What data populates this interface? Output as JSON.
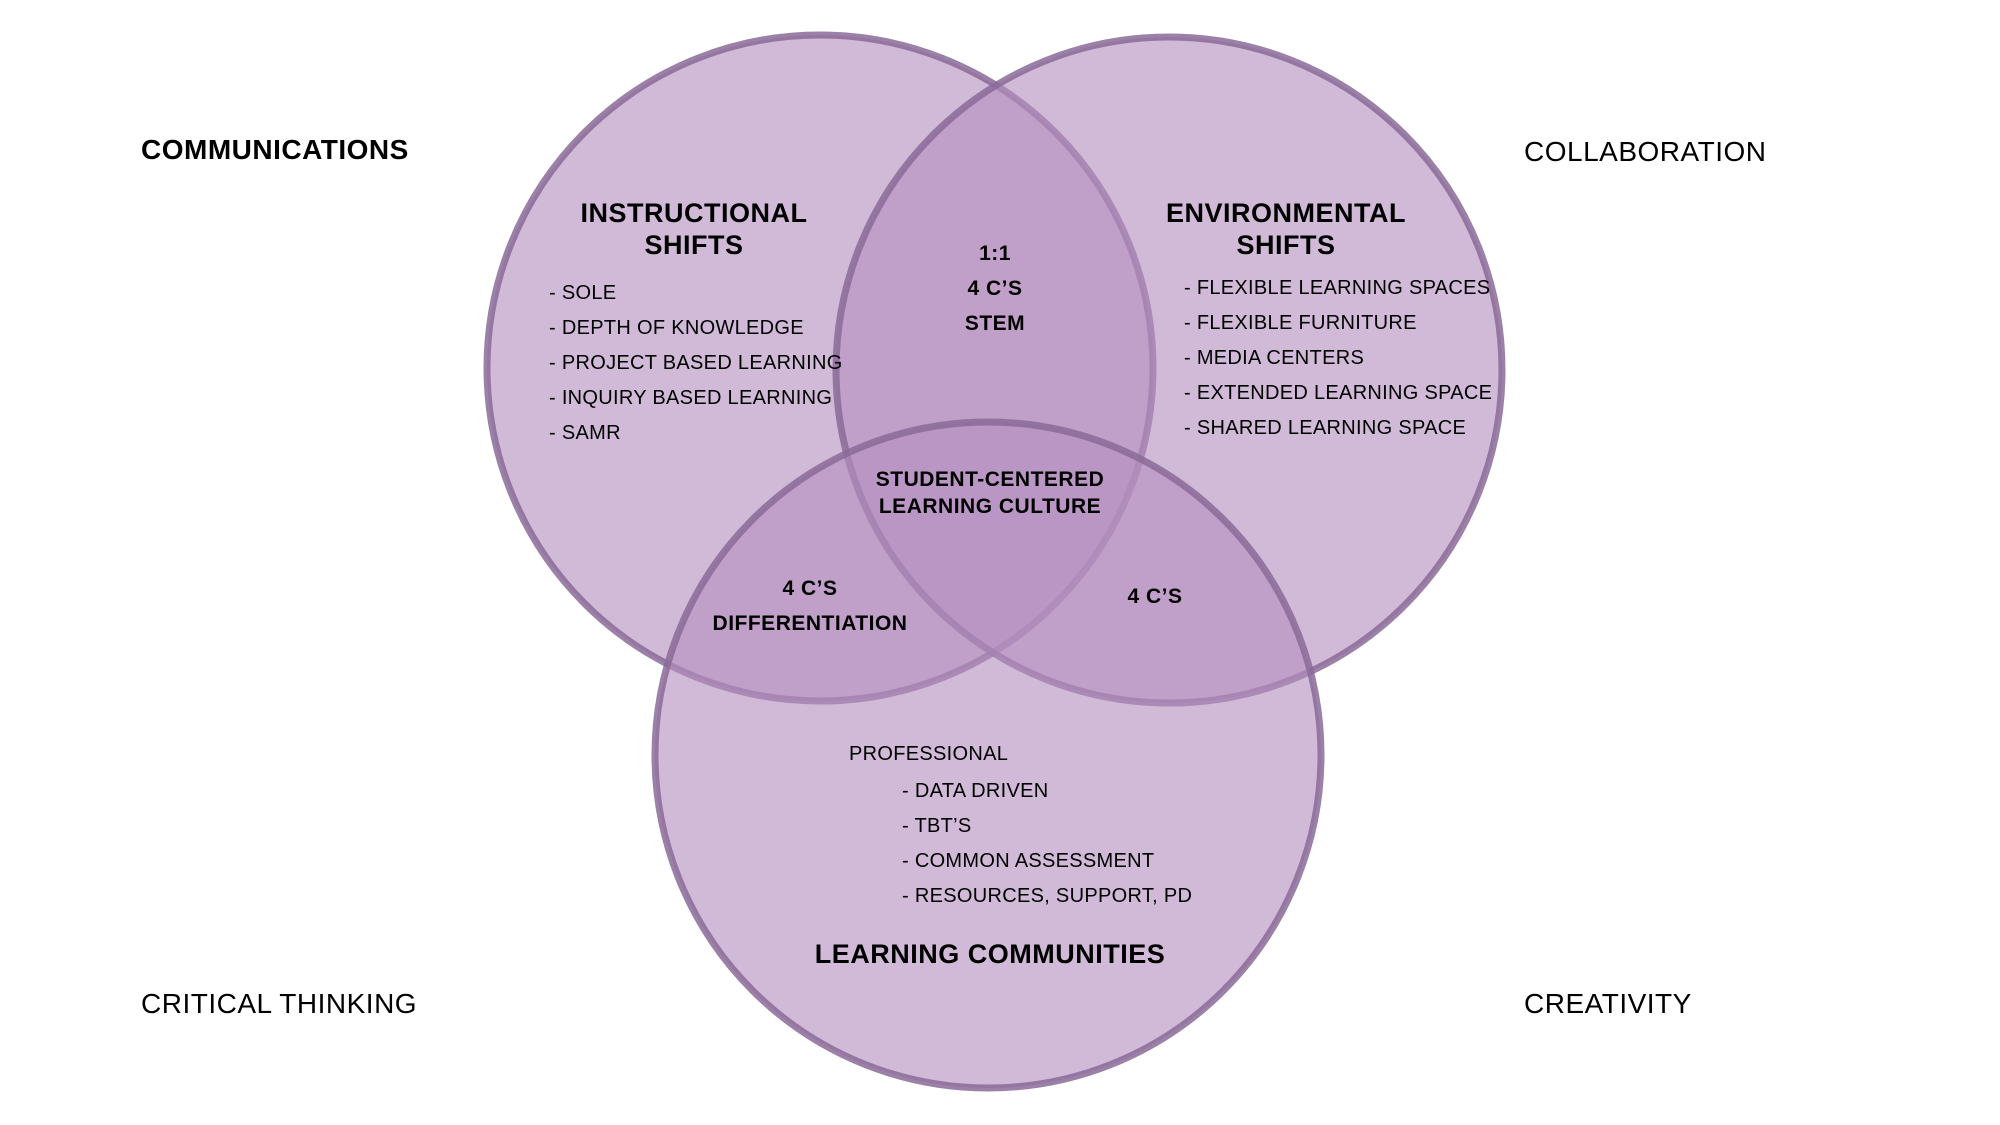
{
  "corners": {
    "top_left": "COMMUNICATIONS",
    "top_right": "COLLABORATION",
    "bottom_left": "CRITICAL THINKING",
    "bottom_right": "CREATIVITY"
  },
  "colors": {
    "circle_fill": "#B48FC0",
    "circle_stroke": "#8A6A98",
    "text": "#000000",
    "background": "#FFFFFF"
  },
  "circles": {
    "instructional": {
      "title_line1": "INSTRUCTIONAL",
      "title_line2": "SHIFTS",
      "items": [
        "SOLE",
        "DEPTH OF KNOWLEDGE",
        "PROJECT BASED LEARNING",
        "INQUIRY BASED LEARNING",
        "SAMR"
      ]
    },
    "environmental": {
      "title_line1": "ENVIRONMENTAL",
      "title_line2": "SHIFTS",
      "items": [
        "FLEXIBLE LEARNING SPACES",
        "FLEXIBLE FURNITURE",
        "MEDIA CENTERS",
        "EXTENDED LEARNING SPACE",
        "SHARED LEARNING SPACE"
      ]
    },
    "communities": {
      "title": "LEARNING COMMUNITIES",
      "heading": "PROFESSIONAL",
      "items": [
        "DATA DRIVEN",
        "TBT’S",
        "COMMON ASSESSMENT",
        "RESOURCES, SUPPORT, PD"
      ]
    }
  },
  "overlaps": {
    "top": [
      "1:1",
      "4 C’S",
      "STEM"
    ],
    "left": [
      "4 C’S",
      "DIFFERENTIATION"
    ],
    "right": "4 C’S",
    "center_line1": "STUDENT-CENTERED",
    "center_line2": "LEARNING CULTURE"
  }
}
